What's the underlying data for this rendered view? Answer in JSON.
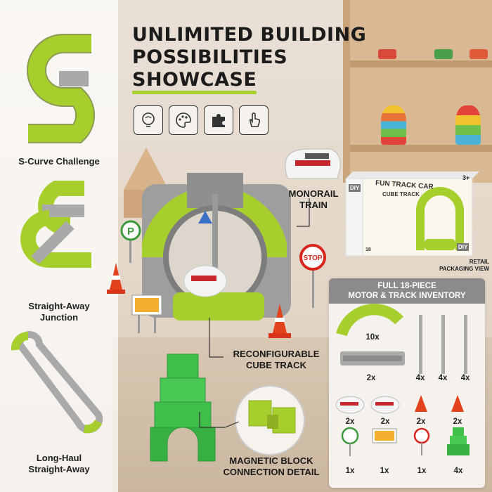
{
  "headline": {
    "line1": "UNLIMITED BUILDING",
    "line2": "POSSIBILITIES",
    "line3": "SHOWCASE"
  },
  "feature_icons": [
    "brain-icon",
    "palette-icon",
    "puzzle-icon",
    "hand-pointer-icon"
  ],
  "left_panel": {
    "labels": [
      "S-Curve Challenge",
      "Straight-Away",
      "Junction",
      "Long-Haul",
      "Straight-Away"
    ]
  },
  "callouts": {
    "monorail": [
      "MONORAIL",
      "TRAIN"
    ],
    "cube_track": [
      "RECONFIGURABLE",
      "CUBE TRACK"
    ],
    "magnetic": [
      "MAGNETIC BLOCK",
      "CONNECTION DETAIL"
    ],
    "retail": [
      "RETAIL",
      "PACKAGING VIEW"
    ]
  },
  "package": {
    "title": "FUN TRACK CAR",
    "subtitle": "CUBE TRACK",
    "age": "3+",
    "diy": "DIY",
    "count": "18"
  },
  "scene_signs": {
    "parking": "P",
    "stop": "STOP"
  },
  "inventory": {
    "header_line1": "FULL 18-PIECE",
    "header_line2": "MOTOR & TRACK INVENTORY",
    "items": [
      {
        "name": "curved-track",
        "qty": "10x"
      },
      {
        "name": "straight-track",
        "qty": "2x"
      },
      {
        "name": "support-pillar",
        "qty": "4x"
      },
      {
        "name": "support-pillar",
        "qty": "4x"
      },
      {
        "name": "support-pillar",
        "qty": "4x"
      },
      {
        "name": "monorail-car",
        "qty": "2x"
      },
      {
        "name": "monorail-car",
        "qty": "2x"
      },
      {
        "name": "traffic-cone",
        "qty": "2x"
      },
      {
        "name": "traffic-cone",
        "qty": "2x"
      },
      {
        "name": "parking-sign",
        "qty": "1x"
      },
      {
        "name": "construction-sign",
        "qty": "1x"
      },
      {
        "name": "stop-sign",
        "qty": "1x"
      },
      {
        "name": "block-stack",
        "qty": "4x"
      }
    ]
  },
  "colors": {
    "track_green": "#a6cf2e",
    "track_grey": "#a9a9a9",
    "block_green": "#3fbf4a",
    "cone_red": "#e2421c"
  }
}
